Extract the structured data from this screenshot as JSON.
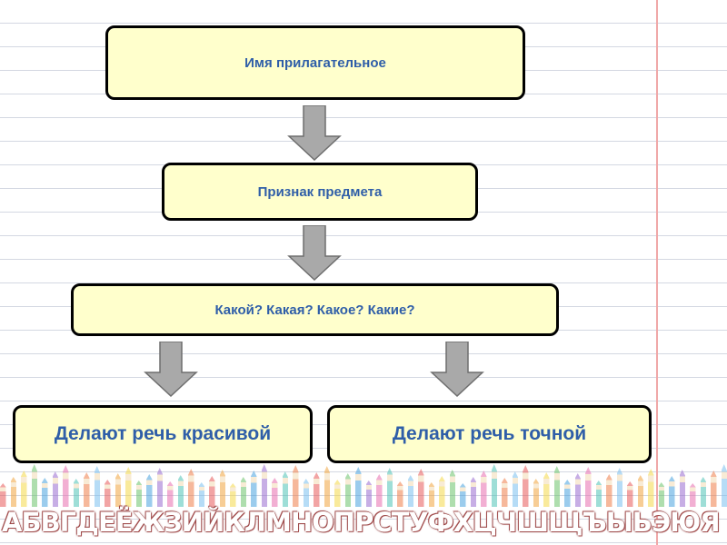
{
  "diagram": {
    "nodes": {
      "adjective": "Имя прилагательное",
      "feature": "Признак предмета",
      "questions": "Какой? Какая? Какое? Какие?",
      "beautiful": "Делают речь красивой",
      "precise": "Делают речь точной"
    },
    "edges": [
      [
        "adjective",
        "feature"
      ],
      [
        "feature",
        "questions"
      ],
      [
        "questions",
        "beautiful"
      ],
      [
        "questions",
        "precise"
      ]
    ]
  },
  "footer": {
    "alphabet": "АБВГДЕЁЖЗИЙКЛМНОПРСТУФХЦЧШЩЪЫЬЭЮЯ"
  },
  "colors": {
    "box_fill": "#ffffcc",
    "box_text": "#2f5ea8",
    "arrow_fill": "#a9a9a9",
    "paper_line": "#d4d8e2",
    "margin_line": "#f0a8a8"
  }
}
